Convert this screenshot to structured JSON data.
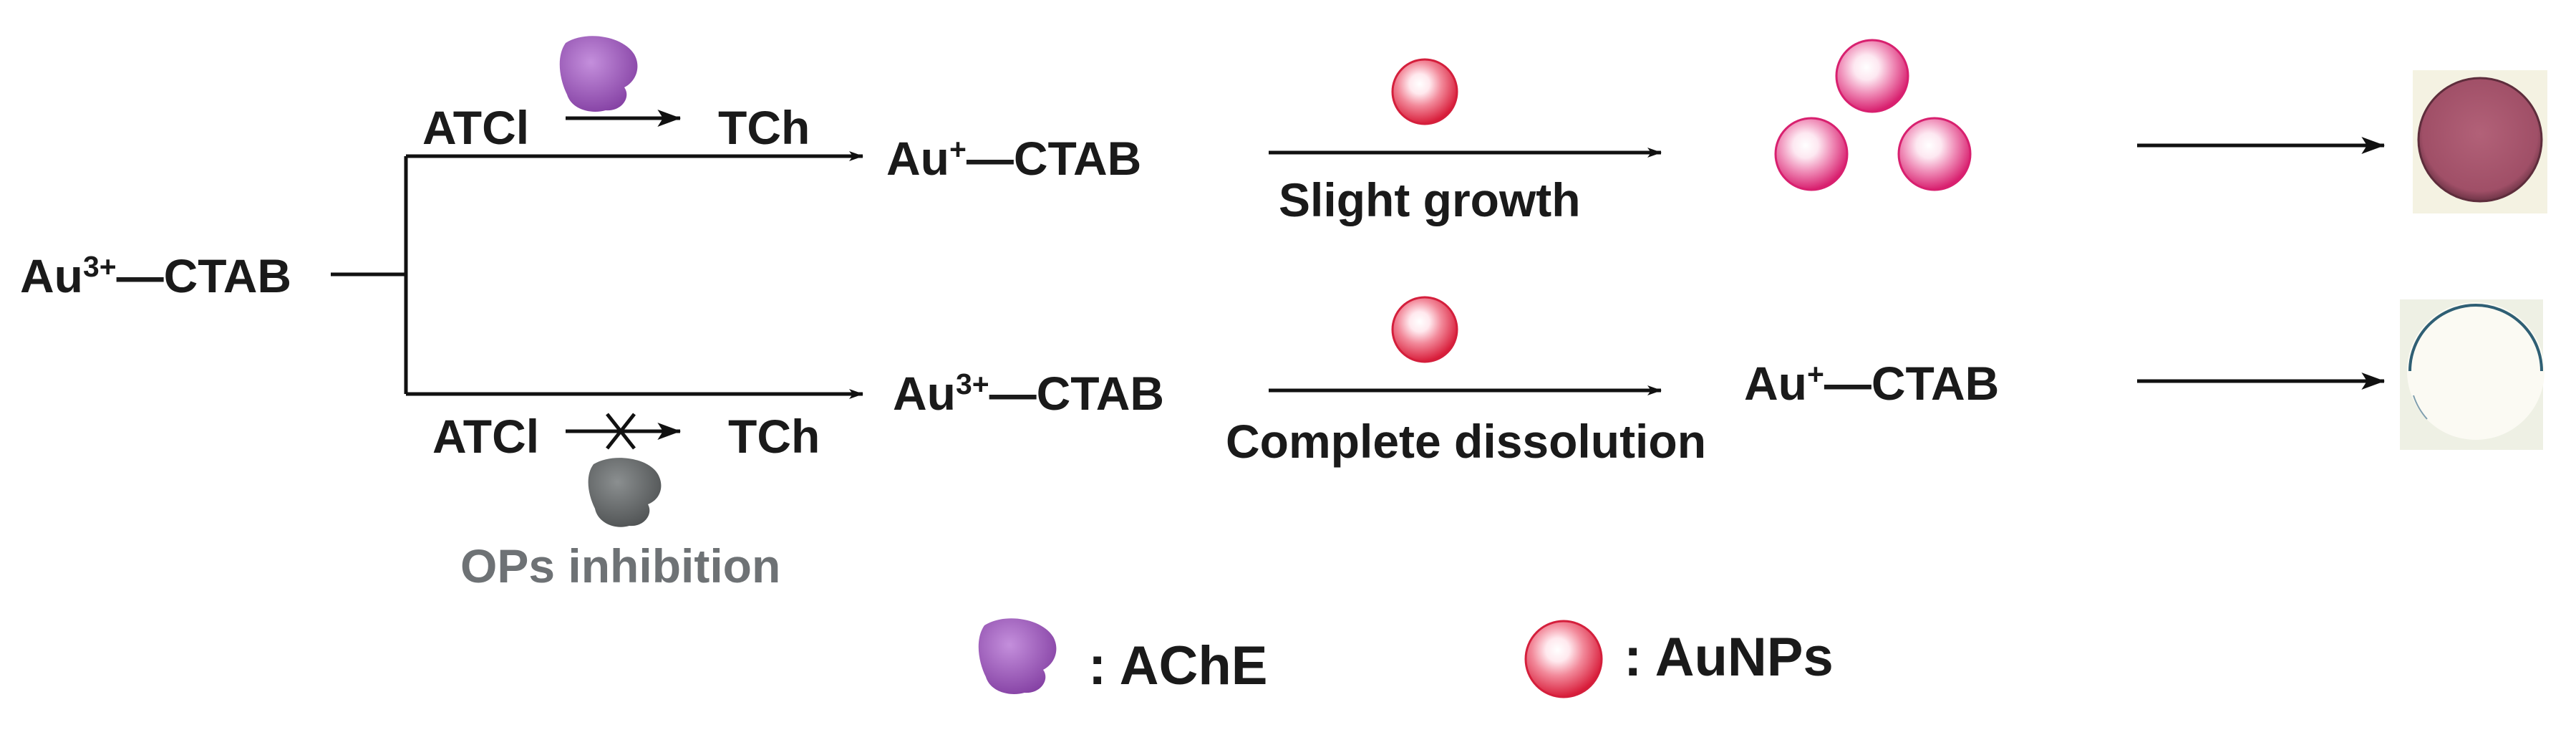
{
  "start": {
    "species": "Au",
    "charge": "3+",
    "ligand": "CTAB"
  },
  "top_branch": {
    "substrate": "ATCl",
    "product": "TCh",
    "intermediate": {
      "species": "Au",
      "charge": "+",
      "ligand": "CTAB"
    },
    "step_label": "Slight growth"
  },
  "bottom_branch": {
    "substrate": "ATCl",
    "product": "TCh",
    "inhibition_label": "OPs inhibition",
    "intermediate": {
      "species": "Au",
      "charge": "3+",
      "ligand": "CTAB"
    },
    "step_label": "Complete dissolution",
    "result": {
      "species": "Au",
      "charge": "+",
      "ligand": "CTAB"
    }
  },
  "legend": [
    {
      "icon": "enzyme-blob-icon",
      "label": ": AChE"
    },
    {
      "icon": "nanoparticle-sphere-icon",
      "label": ": AuNPs"
    }
  ],
  "colors": {
    "enzyme": "#9a52b4",
    "inhibited_enzyme": "#5f6263",
    "nanoparticle": "#e0243f",
    "top_result_spot": "#a8566d",
    "bottom_result_spot": "#fbfaf3",
    "inhibition_text": "#6e7275"
  }
}
